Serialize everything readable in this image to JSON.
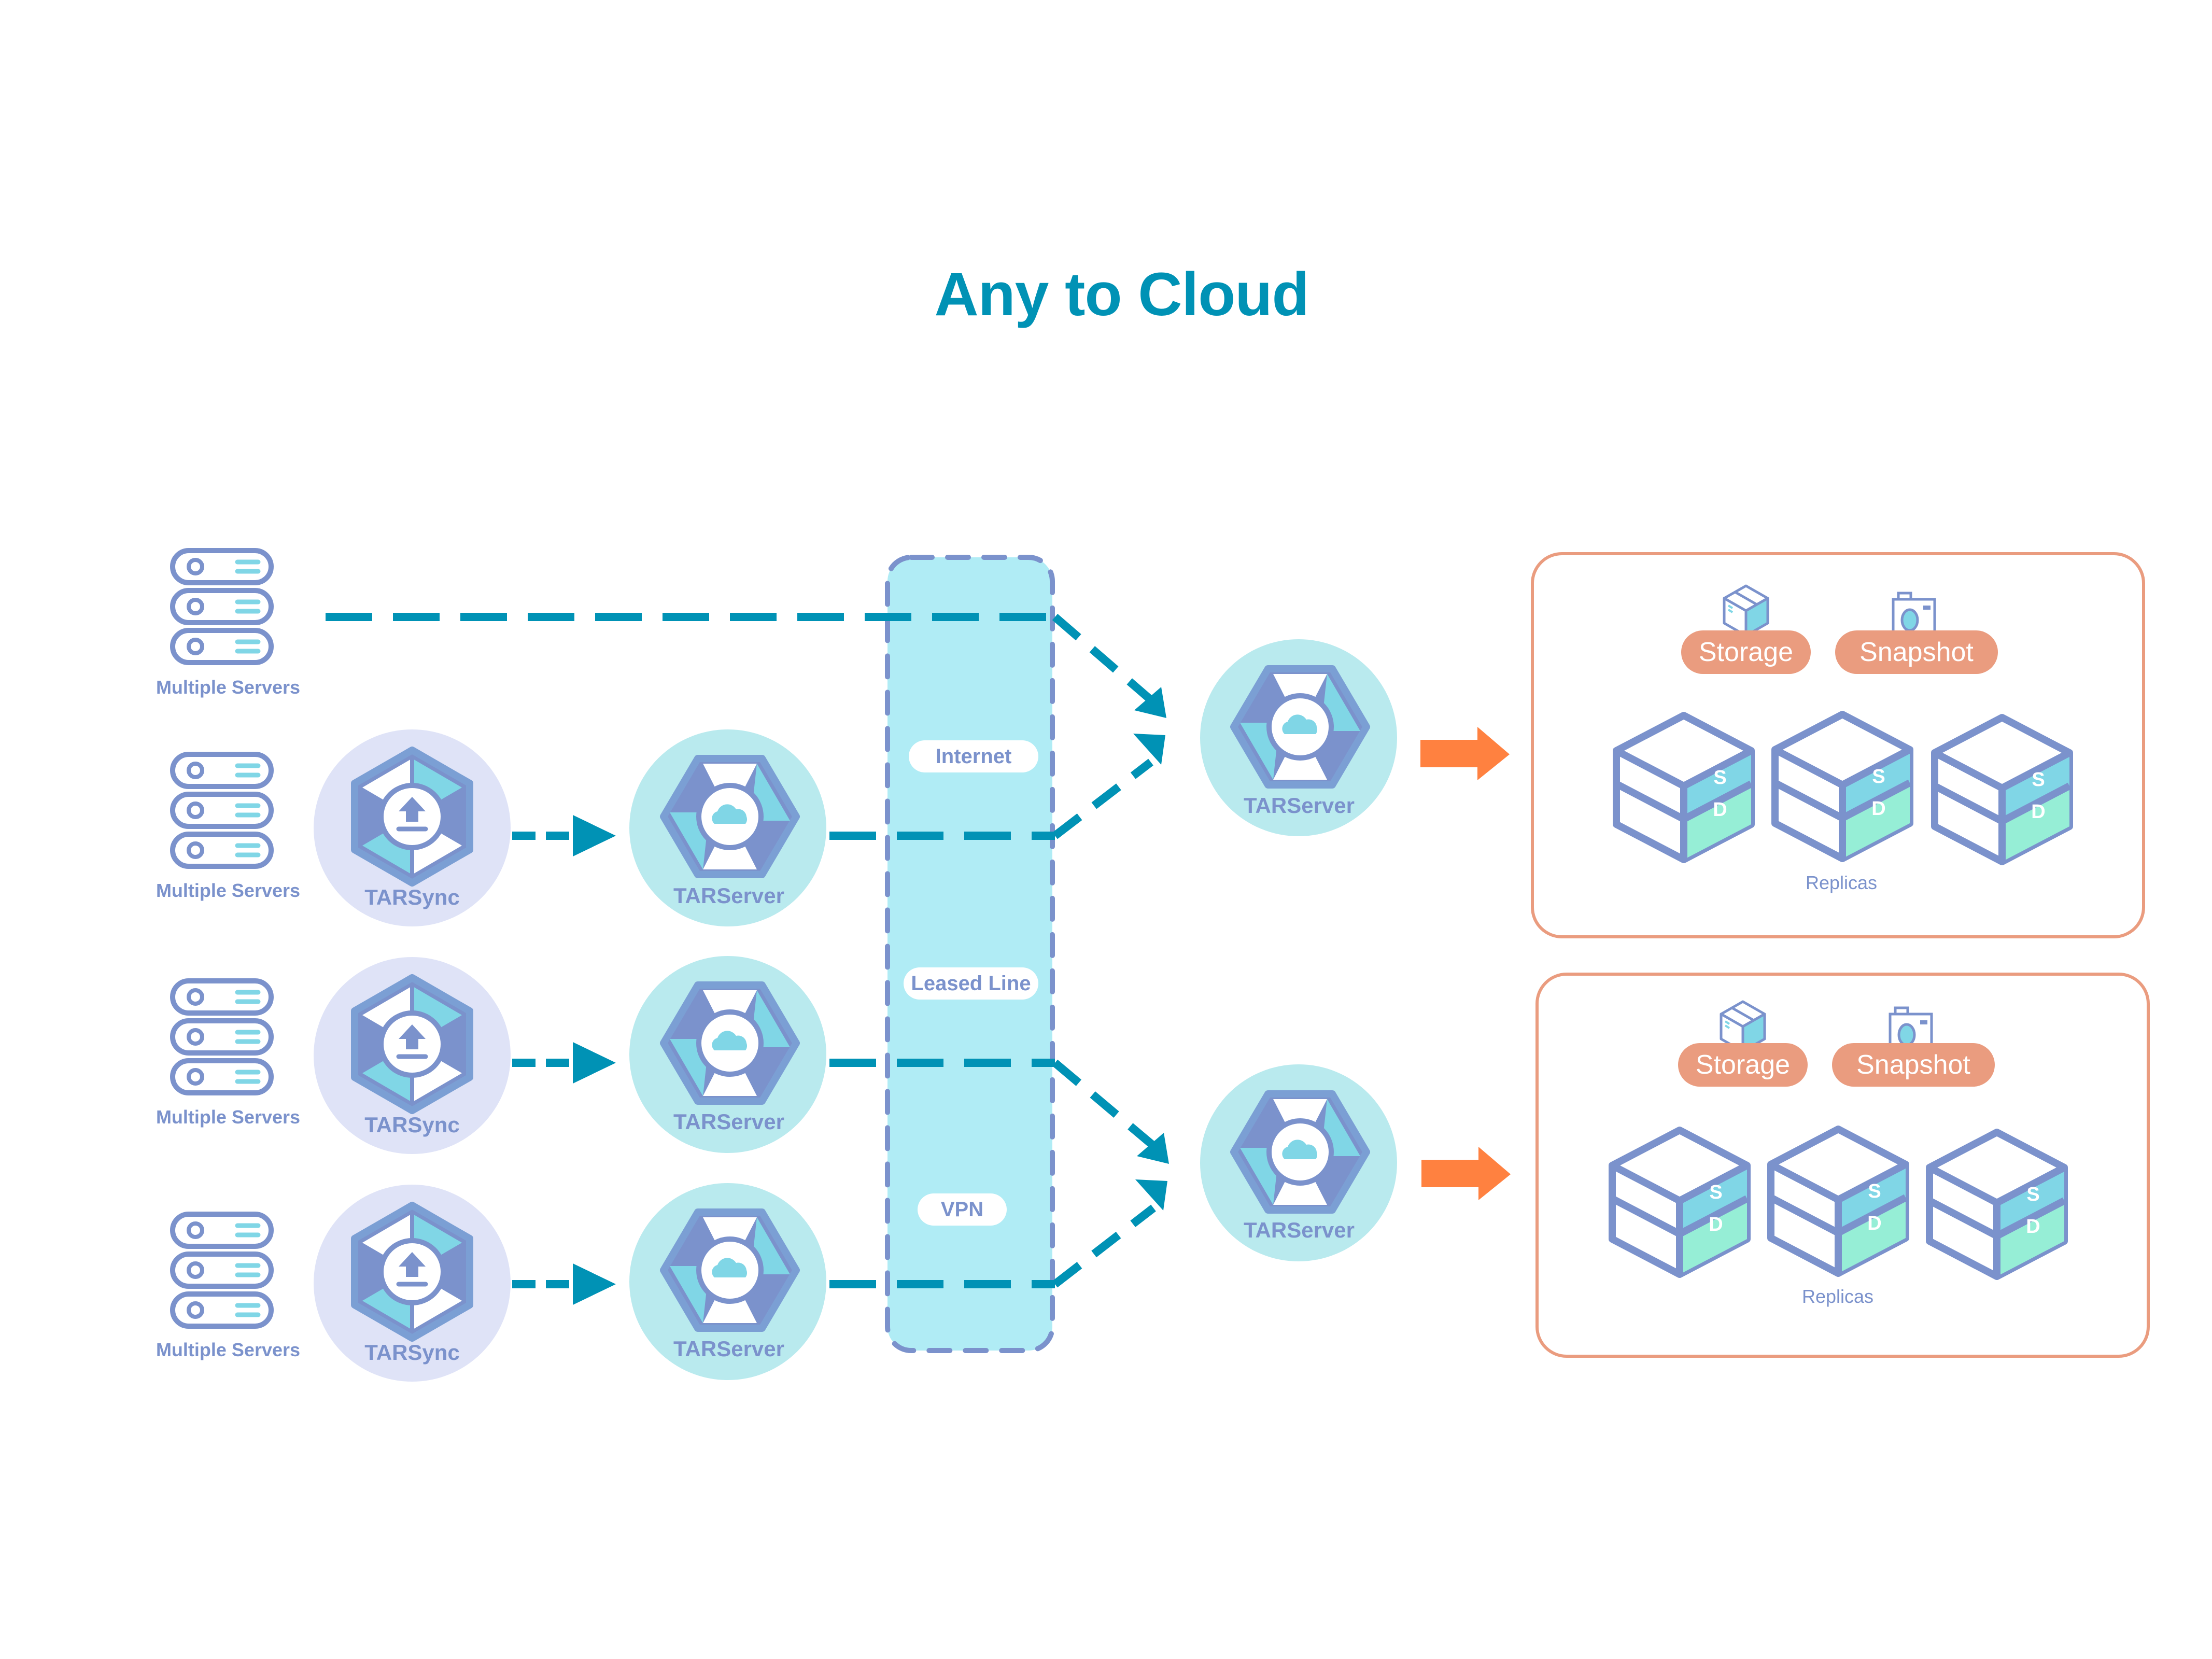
{
  "title": "Any to Cloud",
  "colors": {
    "title": "#0092b5",
    "flow_line": "#0092b5",
    "icon_stroke": "#7b92cc",
    "icon_accent": "#80d6e6",
    "tarsync_bg": "#dfe3f7",
    "tarserver_bg": "#b9eaee",
    "network_bg": "#b0ecf5",
    "panel_border": "#ea9c7f",
    "tag_bg": "#ea9c7f",
    "output_arrow": "#ff8140",
    "disk_s": "#80d6e6",
    "disk_d": "#96eed6"
  },
  "sources": [
    {
      "label": "Multiple Servers"
    },
    {
      "label": "Multiple Servers"
    },
    {
      "label": "Multiple Servers"
    },
    {
      "label": "Multiple Servers"
    }
  ],
  "tarsync_nodes": [
    {
      "label": "TARSync",
      "icon": "upload-icon"
    },
    {
      "label": "TARSync",
      "icon": "upload-icon"
    },
    {
      "label": "TARSync",
      "icon": "upload-icon"
    }
  ],
  "tarserver_nodes": [
    {
      "label": "TARServer",
      "icon": "cloud-icon"
    },
    {
      "label": "TARServer",
      "icon": "cloud-icon"
    },
    {
      "label": "TARServer",
      "icon": "cloud-icon"
    }
  ],
  "network": {
    "links": [
      {
        "label": "Internet"
      },
      {
        "label": "Leased Line"
      },
      {
        "label": "VPN"
      }
    ]
  },
  "cloud_servers": [
    {
      "label": "TARServer",
      "icon": "cloud-icon"
    },
    {
      "label": "TARServer",
      "icon": "cloud-icon"
    }
  ],
  "destinations": [
    {
      "tags": [
        {
          "label": "Storage",
          "icon": "box-icon"
        },
        {
          "label": "Snapshot",
          "icon": "camera-icon"
        }
      ],
      "replicas": [
        {
          "top": "S",
          "bottom": "D"
        },
        {
          "top": "S",
          "bottom": "D"
        },
        {
          "top": "S",
          "bottom": "D"
        }
      ],
      "replicas_label": "Replicas"
    },
    {
      "tags": [
        {
          "label": "Storage",
          "icon": "box-icon"
        },
        {
          "label": "Snapshot",
          "icon": "camera-icon"
        }
      ],
      "replicas": [
        {
          "top": "S",
          "bottom": "D"
        },
        {
          "top": "S",
          "bottom": "D"
        },
        {
          "top": "S",
          "bottom": "D"
        }
      ],
      "replicas_label": "Replicas"
    }
  ]
}
